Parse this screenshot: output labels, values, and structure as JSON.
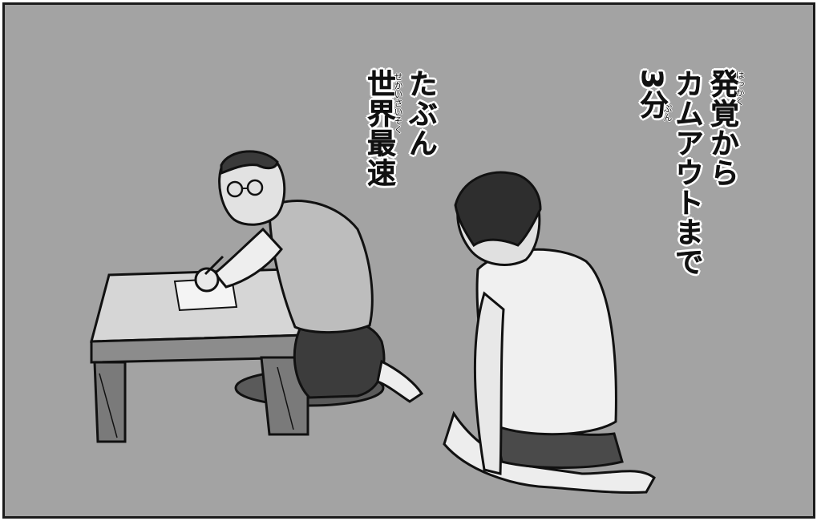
{
  "caption_right": {
    "line1": "発覚から",
    "line2": "カムアウトまで",
    "line3": "3分",
    "ruby_hakkaku": "はっかく",
    "ruby_fun": "ぷん"
  },
  "caption_left": {
    "line1": "たぶん",
    "line2": "世界最速",
    "ruby_sekai_saisoku": "せかいさいそく"
  },
  "colors": {
    "panel_bg": "#a3a3a3",
    "ink": "#111111",
    "frame": "#1b1b1b"
  }
}
